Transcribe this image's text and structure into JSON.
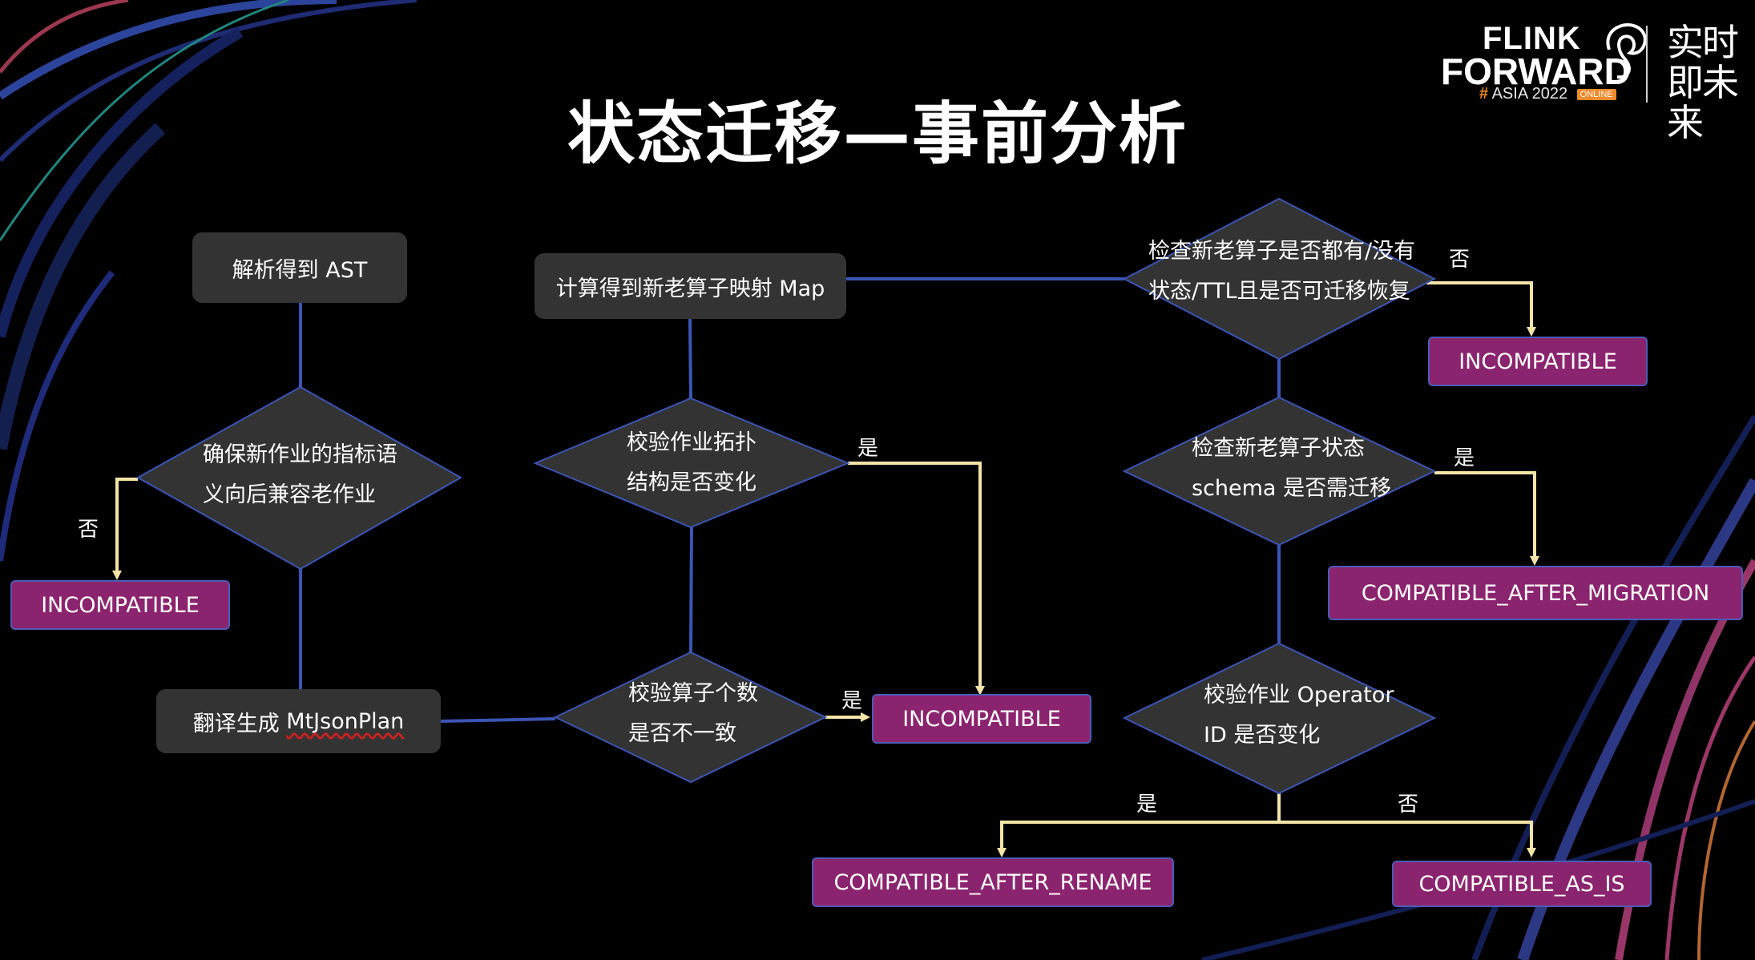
{
  "title": "状态迁移—事前分析",
  "logo": {
    "line1": "FLINK",
    "line2": "FORWARD",
    "hash": "#",
    "event": "ASIA 2022",
    "badge": "ONLINE",
    "slogan": "实时即未来"
  },
  "nodes": {
    "parse_ast": "解析得到 AST",
    "ensure_compat_l1": "确保新作业的指标语",
    "ensure_compat_l2": "义向后兼容老作业",
    "translate_prefix": "翻译生成 ",
    "translate_term": "MtJsonPlan",
    "compute_map": "计算得到新老算子映射 Map",
    "check_topology_l1": "校验作业拓扑",
    "check_topology_l2": "结构是否变化",
    "check_count_l1": "校验算子个数",
    "check_count_l2": "是否不一致",
    "check_ttl_l1": "检查新老算子是否都有/没有",
    "check_ttl_l2": "状态/TTL且是否可迁移恢复",
    "check_schema_l1": "检查新老算子状态",
    "check_schema_l2": "schema 是否需迁移",
    "check_opid_l1": "校验作业 Operator",
    "check_opid_l2": "ID 是否变化"
  },
  "outcomes": {
    "incompatible_left": "INCOMPATIBLE",
    "incompatible_mid": "INCOMPATIBLE",
    "incompatible_right": "INCOMPATIBLE",
    "after_migration": "COMPATIBLE_AFTER_MIGRATION",
    "after_rename": "COMPATIBLE_AFTER_RENAME",
    "as_is": "COMPATIBLE_AS_IS"
  },
  "edge_labels": {
    "no_compat": "否",
    "yes_topology": "是",
    "yes_count": "是",
    "no_ttl": "否",
    "yes_schema": "是",
    "yes_opid": "是",
    "no_opid": "否"
  },
  "colors": {
    "background": "#000000",
    "node_fill": "#333333",
    "outcome_fill": "#8b246e",
    "connector": "#3b55b5",
    "arrow": "#f4e4a8",
    "accent": "#f08a2a"
  }
}
